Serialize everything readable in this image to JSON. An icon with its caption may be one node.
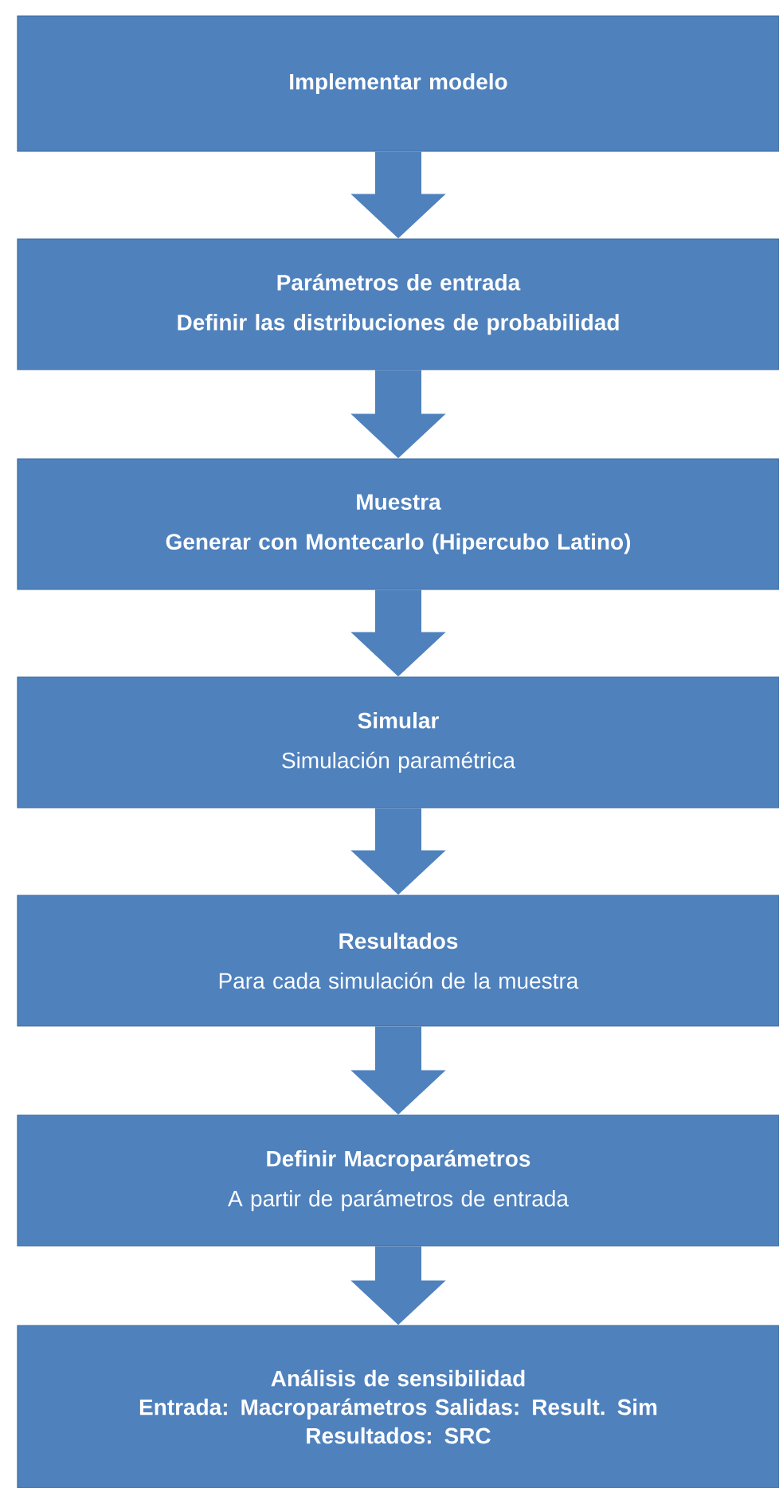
{
  "diagram": {
    "nodes": [
      {
        "text": [
          "Implementar modelo"
        ]
      },
      {
        "text": [
          "Parámetros de entrada",
          "Definir las distribuciones de probabilidad"
        ]
      },
      {
        "text": [
          "Muestra",
          "Generar con Montecarlo (Hipercubo Latino)"
        ]
      },
      {
        "text": [
          "Simular",
          "Simulación paramétrica"
        ]
      },
      {
        "text": [
          "Resultados",
          "Para cada simulación de la muestra"
        ]
      },
      {
        "text": [
          "Definir Macroparámetros",
          "A partir de parámetros de entrada"
        ]
      },
      {
        "text": [
          "Análisis de sensibilidad",
          "Entrada: Macroparámetros Salidas: Result. Sim",
          "Resultados: SRC"
        ]
      }
    ],
    "edges": [
      {
        "from": 0,
        "to": 1,
        "arrow": "to"
      },
      {
        "from": 1,
        "to": 2,
        "arrow": "to"
      },
      {
        "from": 2,
        "to": 3,
        "arrow": "to"
      },
      {
        "from": 3,
        "to": 4,
        "arrow": "to"
      },
      {
        "from": 4,
        "to": 5,
        "arrow": "to"
      },
      {
        "from": 5,
        "to": 6,
        "arrow": "to"
      }
    ]
  }
}
